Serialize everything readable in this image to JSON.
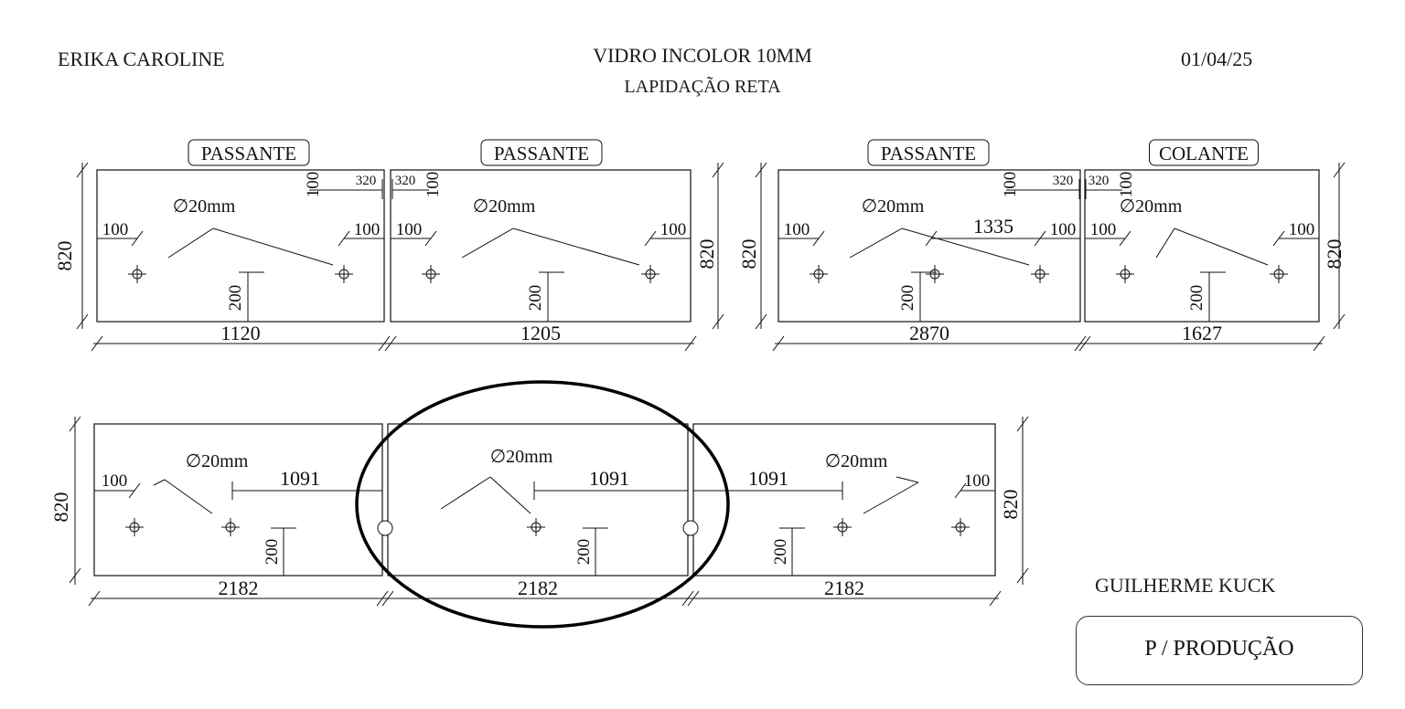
{
  "header": {
    "client": "ERIKA CAROLINE",
    "material": "VIDRO INCOLOR 10MM",
    "finish": "LAPIDAÇÃO RETA",
    "date": "01/04/25"
  },
  "footer": {
    "responsible": "GUILHERME KUCK",
    "status": "P / PRODUÇÃO"
  },
  "hole_label": "∅20mm",
  "row1": {
    "height": "820",
    "panels": [
      {
        "type": "PASSANTE",
        "width": "1120",
        "edge_left": "100",
        "edge_right": "100",
        "from_top": "100",
        "from_side": "320",
        "bottom": "200"
      },
      {
        "type": "PASSANTE",
        "width": "1205",
        "edge_left": "100",
        "edge_right": "100",
        "from_top": "100",
        "from_side": "320",
        "bottom": "200"
      },
      {
        "type": "PASSANTE",
        "width": "2870",
        "edge_left": "100",
        "edge_right": "100",
        "middle": "1335",
        "from_top": "100",
        "from_side": "320",
        "bottom": "200"
      },
      {
        "type": "COLANTE",
        "width": "1627",
        "edge_left": "100",
        "edge_right": "100",
        "from_top": "100",
        "from_side": "320",
        "bottom": "200"
      }
    ]
  },
  "row2": {
    "height": "820",
    "panels": [
      {
        "width": "2182",
        "edge": "100",
        "middle": "1091",
        "bottom": "200"
      },
      {
        "width": "2182",
        "middle": "1091",
        "bottom": "200"
      },
      {
        "width": "2182",
        "edge": "100",
        "middle": "1091",
        "bottom": "200"
      }
    ]
  },
  "colors": {
    "ink": "#111111",
    "paper": "#ffffff"
  }
}
